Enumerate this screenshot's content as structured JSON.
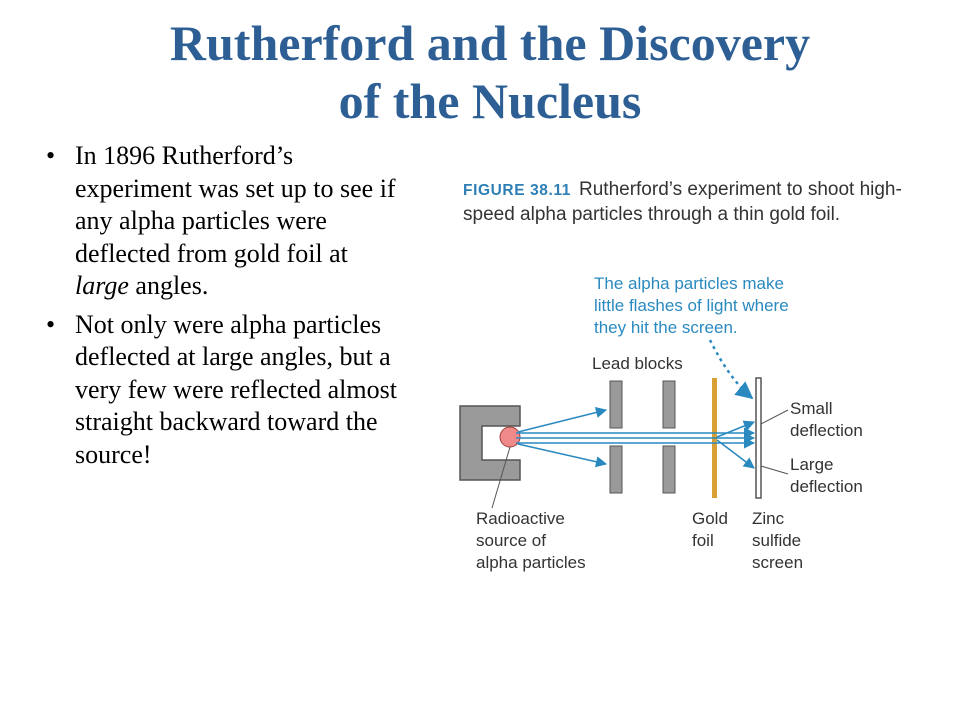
{
  "title": {
    "line1": "Rutherford and the Discovery",
    "line2": "of the Nucleus"
  },
  "bullets": [
    {
      "before": "In 1896 Rutherford’s experiment was set up to see if any alpha particles were deflected from gold foil at ",
      "emphasis": "large",
      "after": " angles."
    },
    {
      "text": "Not only were alpha particles deflected at large angles, but a very few were reflected almost straight backward toward the source!"
    }
  ],
  "figure": {
    "number": "FIGURE 38.11",
    "caption": "Rutherford’s experiment to shoot high-speed alpha particles through a thin gold foil.",
    "note": [
      "The alpha particles make",
      "little flashes of light where",
      "they hit the screen."
    ],
    "labels": {
      "lead_blocks": "Lead blocks",
      "small": [
        "Small",
        "deflection"
      ],
      "large": [
        "Large",
        "deflection"
      ],
      "source": [
        "Radioactive",
        "source of",
        "alpha particles"
      ],
      "gold": [
        "Gold",
        "foil"
      ],
      "zinc": [
        "Zinc",
        "sulfide",
        "screen"
      ]
    },
    "colors": {
      "title": "#2d5f95",
      "beam": "#2a8ac0",
      "lead": "#9a9a9a",
      "gold": "#d8a035",
      "source": "#f08a8a"
    }
  }
}
